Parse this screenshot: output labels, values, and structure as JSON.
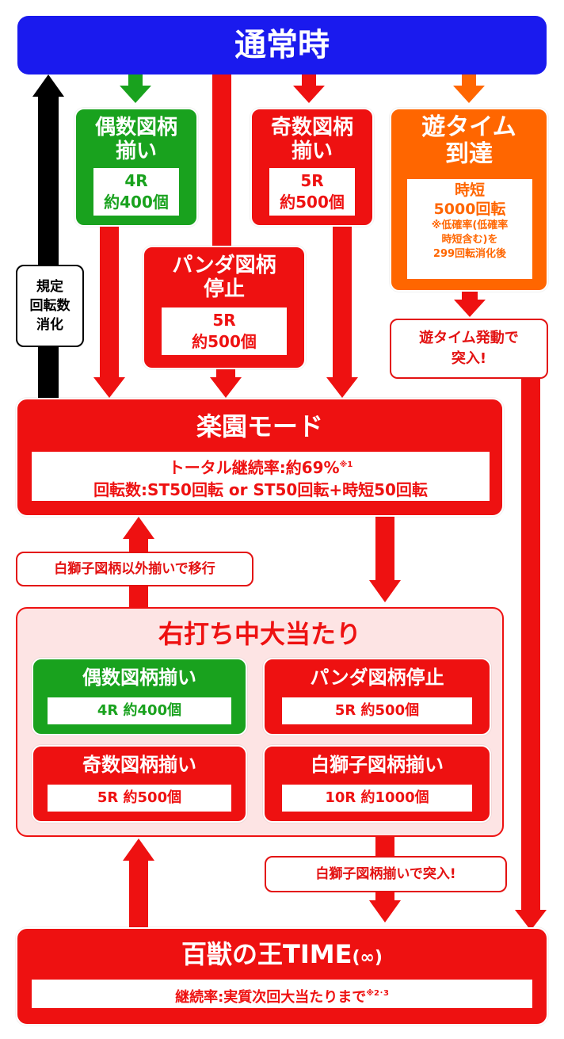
{
  "normal": {
    "title": "通常時"
  },
  "even": {
    "title_1": "偶数図柄",
    "title_2": "揃い",
    "line1": "4R",
    "line2": "約400個"
  },
  "odd": {
    "title_1": "奇数図柄",
    "title_2": "揃い",
    "line1": "5R",
    "line2": "約500個"
  },
  "asobi": {
    "title_1": "遊タイム",
    "title_2": "到達",
    "line1": "時短",
    "line2": "5000回転",
    "note_1": "※低確率(低確率",
    "note_2": "時短含む)を",
    "note_3": "299回転消化後"
  },
  "panda": {
    "title_1": "パンダ図柄",
    "title_2": "停止",
    "line1": "5R",
    "line2": "約500個"
  },
  "kitei": {
    "line1": "規定",
    "line2": "回転数",
    "line3": "消化"
  },
  "asobi_enter": {
    "line1": "遊タイム発動で",
    "line2": "突入!"
  },
  "rakuen": {
    "title": "楽園モード",
    "rate": "トータル継続率:約69%",
    "rate_note": "※1",
    "spins": "回転数:ST50回転 or ST50回転+時短50回転"
  },
  "shift_label": "白獅子図柄以外揃いで移行",
  "right": {
    "title": "右打ち中大当たり",
    "cells": [
      {
        "title": "偶数図柄揃い",
        "value": "4R 約400個"
      },
      {
        "title": "パンダ図柄停止",
        "value": "5R 約500個"
      },
      {
        "title": "奇数図柄揃い",
        "value": "5R 約500個"
      },
      {
        "title": "白獅子図柄揃い",
        "value": "10R 約1000個"
      }
    ]
  },
  "lion_enter": "白獅子図柄揃いで突入!",
  "king": {
    "title": "百獣の王TIME",
    "suffix": "(∞)",
    "rate": "継続率:実質次回大当たりまで",
    "rate_note": "※2･3"
  },
  "colors": {
    "red": "#ee1111",
    "green": "#19a21e",
    "orange": "#ff6600",
    "blue": "#1a1aee",
    "black": "#000000",
    "pink_panel": "#fde4e4"
  }
}
